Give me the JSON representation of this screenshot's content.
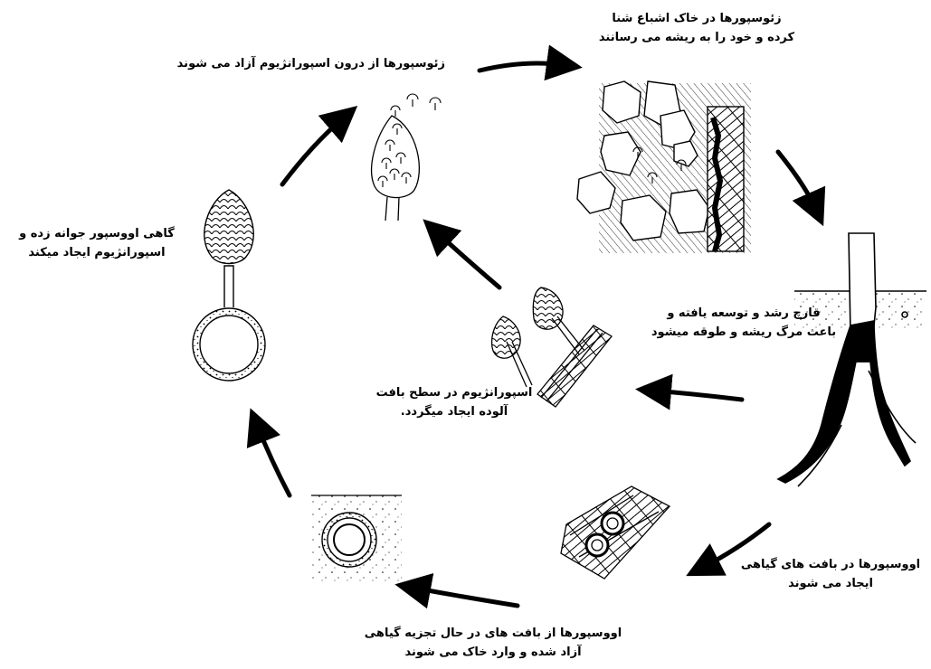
{
  "diagram": {
    "type": "life-cycle",
    "colors": {
      "ink": "#000000",
      "paper": "#ffffff"
    },
    "stages": [
      {
        "id": "zoospore-release",
        "lines": [
          "زئوسپورها از درون اسپورانژیوم آزاد می شوند"
        ],
        "icon": "sporangium-releasing-zoospores-icon"
      },
      {
        "id": "zoospores-in-soil",
        "lines": [
          "زئوسپورها در خاک اشباع شنا",
          "کرده و خود را به ریشه می رسانند"
        ],
        "icon": "soil-particles-with-root-icon"
      },
      {
        "id": "root-infection",
        "lines": [
          "قارچ رشد و توسعه یافته و",
          "باعث مرگ ریشه و طوقه میشود"
        ],
        "icon": "infected-stem-and-roots-icon"
      },
      {
        "id": "oospores-in-tissue",
        "lines": [
          "اووسپورها در بافت های گیاهی",
          "ایجاد می شوند"
        ],
        "icon": "oospores-in-tissue-icon"
      },
      {
        "id": "oospores-released",
        "lines": [
          "اووسپورها از بافت های در حال تجزیه گیاهی",
          "آزاد شده و وارد خاک می شوند"
        ],
        "icon": "oospore-in-soil-icon"
      },
      {
        "id": "oospore-germination",
        "lines": [
          "گاهی اووسپور جوانه زده و",
          "اسپورانژیوم ایجاد میکند"
        ],
        "icon": "germinating-oospore-icon"
      },
      {
        "id": "sporangium-on-tissue",
        "lines": [
          "اسپورانژیوم در سطح بافت",
          "آلوده ایجاد میگردد."
        ],
        "icon": "sporangia-on-tissue-icon"
      }
    ],
    "arrows": [
      {
        "from": "zoospore-release",
        "to": "zoospores-in-soil"
      },
      {
        "from": "zoospores-in-soil",
        "to": "root-infection"
      },
      {
        "from": "root-infection",
        "to": "oospores-in-tissue"
      },
      {
        "from": "oospores-in-tissue",
        "to": "oospores-released"
      },
      {
        "from": "oospores-released",
        "to": "oospore-germination"
      },
      {
        "from": "oospore-germination",
        "to": "zoospore-release"
      },
      {
        "from": "root-infection",
        "to": "sporangium-on-tissue"
      },
      {
        "from": "sporangium-on-tissue",
        "to": "zoospore-release"
      }
    ]
  }
}
